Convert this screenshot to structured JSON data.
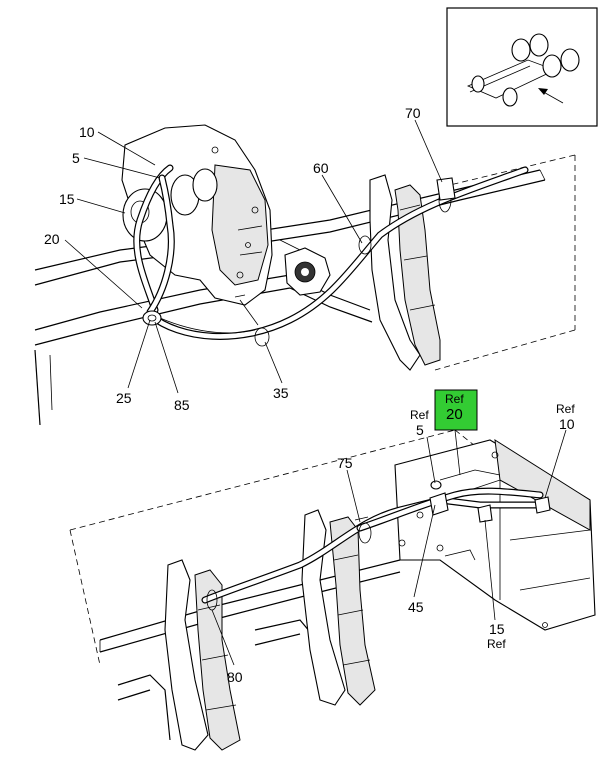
{
  "callouts": {
    "c10": "10",
    "c5": "5",
    "c15": "15",
    "c20": "20",
    "c25": "25",
    "c85": "85",
    "c35": "35",
    "c60": "60",
    "c70": "70",
    "c75": "75",
    "c45": "45",
    "c80": "80",
    "ref5_word": "Ref",
    "ref5_num": "5",
    "ref20_word": "Ref",
    "ref20_num": "20",
    "ref10_word": "Ref",
    "ref10_num": "10",
    "ref15_num": "15",
    "ref15_word": "Ref"
  },
  "highlight": {
    "color": "#33cc33"
  }
}
